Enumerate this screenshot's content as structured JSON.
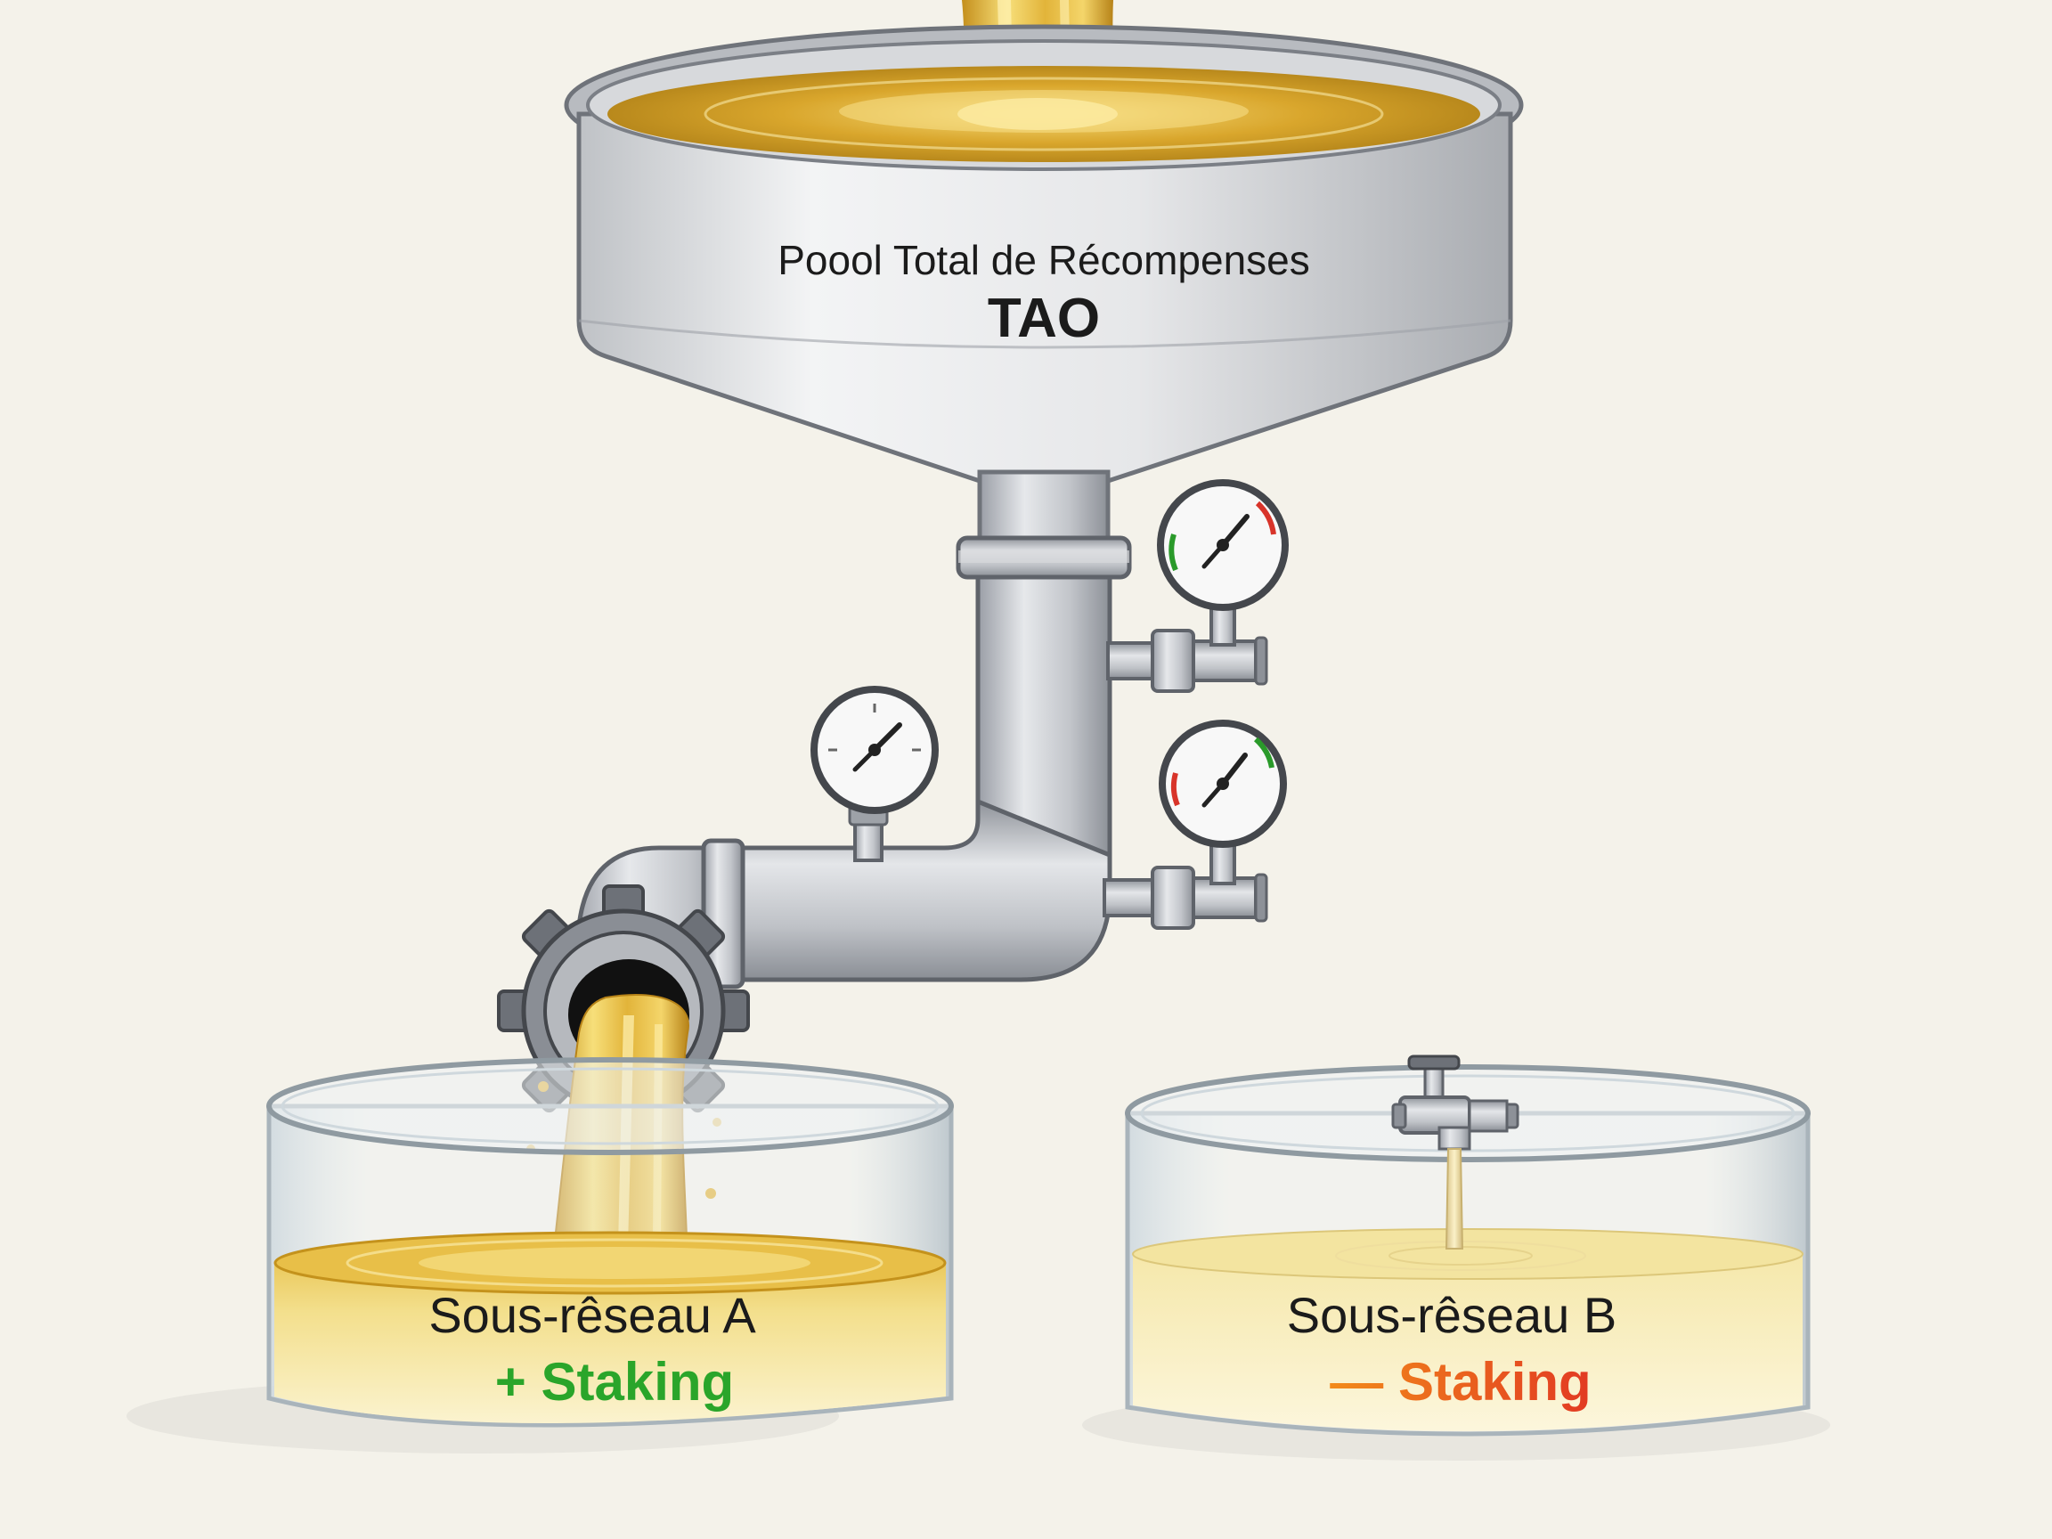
{
  "funnel": {
    "title_line1": "Poool Total de Récompenses",
    "title_line2": "TAO"
  },
  "basin_a": {
    "name": "Sous-rêseau A",
    "staking": "+ Staking",
    "staking_color": "#2aa52a"
  },
  "basin_b": {
    "name": "Sous-rêseau B",
    "staking": "— Staking",
    "staking_color": "#ee6a1a"
  },
  "colors": {
    "background": "#f4f2ea",
    "gold": "#e2b43a",
    "metal": "#c9cbcf"
  },
  "icons": [
    "pressure-gauge-icon",
    "valve-icon",
    "faucet-icon",
    "gear-flange-icon"
  ]
}
